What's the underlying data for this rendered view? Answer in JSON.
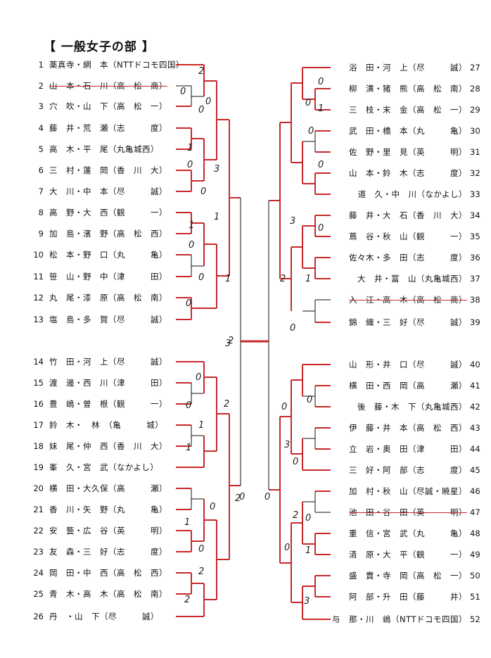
{
  "title": "【 一般女子の部 】",
  "colors": {
    "winner_line": "#c8282a",
    "bracket_line": "#111111"
  },
  "left_entries": [
    {
      "no": "1",
      "text": "薬真寺・網　本（NTTドコモ四国）",
      "struck": false
    },
    {
      "no": "2",
      "text": "山　本・石　川（高　松　商）",
      "struck": true
    },
    {
      "no": "3",
      "text": "穴　吹・山　下（高　松　一）",
      "struck": false
    },
    {
      "no": "4",
      "text": "藤　井・荒　瀬（志　　　度）",
      "struck": false
    },
    {
      "no": "5",
      "text": "高　木・平　尾（丸亀城西）",
      "struck": false
    },
    {
      "no": "6",
      "text": "三　村・蓮　岡（香　川　大）",
      "struck": false
    },
    {
      "no": "7",
      "text": "大　川・中　本（尽　　　誠）",
      "struck": false
    },
    {
      "no": "8",
      "text": "高　野・大　西（観　　　一）",
      "struck": false
    },
    {
      "no": "9",
      "text": "加　島・濱　野（高　松　西）",
      "struck": false
    },
    {
      "no": "10",
      "text": "松　本・野　口（丸　　　亀）",
      "struck": false
    },
    {
      "no": "11",
      "text": "笹　山・野　中（津　　　田）",
      "struck": false
    },
    {
      "no": "12",
      "text": "丸　尾・漆　原（高　松　南）",
      "struck": false
    },
    {
      "no": "13",
      "text": "塩　島・多　賀（尽　　　誠）",
      "struck": false
    },
    {
      "no": "14",
      "text": "竹　田・河　上（尽　　　誠）",
      "struck": false
    },
    {
      "no": "15",
      "text": "渡　邊・西　川（津　　　田）",
      "struck": false
    },
    {
      "no": "16",
      "text": "豊　嶋・曽　根（観　　　一）",
      "struck": false
    },
    {
      "no": "17",
      "text": "鈴　木・　林　（亀　　　城）",
      "struck": false
    },
    {
      "no": "18",
      "text": "妹　尾・仲　西（香　川　大）",
      "struck": false
    },
    {
      "no": "19",
      "text": "峯　久・宮　武（なかよし）",
      "struck": false
    },
    {
      "no": "20",
      "text": "横　田・大久保（高　　　瀬）",
      "struck": false
    },
    {
      "no": "21",
      "text": "香　川・矢　野（丸　　　亀）",
      "struck": false
    },
    {
      "no": "22",
      "text": "安　藝・広　谷（英　　　明）",
      "struck": false
    },
    {
      "no": "23",
      "text": "友　森・三　好（志　　　度）",
      "struck": false
    },
    {
      "no": "24",
      "text": "岡　田・中　西（高　松　西）",
      "struck": false
    },
    {
      "no": "25",
      "text": "青　木・高　木（高　松　南）",
      "struck": false
    },
    {
      "no": "26",
      "text": "丹　・山　下（尽　　　誠）",
      "struck": false
    }
  ],
  "right_entries": [
    {
      "no": "27",
      "text": "浴　田・河　上（尽　　　誠）",
      "struck": false
    },
    {
      "no": "28",
      "text": "柳　潢・猪　熊（高　松　南）",
      "struck": false
    },
    {
      "no": "29",
      "text": "三　枝・末　金（高　松　一）",
      "struck": false
    },
    {
      "no": "30",
      "text": "武　田・橋　本（丸　　　亀）",
      "struck": false
    },
    {
      "no": "31",
      "text": "佐　野・里　見（英　　　明）",
      "struck": false
    },
    {
      "no": "32",
      "text": "山　本・鈴　木（志　　　度）",
      "struck": false
    },
    {
      "no": "33",
      "text": "道　久・中　川（なかよし）",
      "struck": false
    },
    {
      "no": "34",
      "text": "藤　井・大　石（香　川　大）",
      "struck": false
    },
    {
      "no": "35",
      "text": "蔦　谷・秋　山（観　　　一）",
      "struck": false
    },
    {
      "no": "36",
      "text": "佐々木・多　田（志　　　度）",
      "struck": false
    },
    {
      "no": "37",
      "text": "大　井・冨　山（丸亀城西）",
      "struck": false
    },
    {
      "no": "38",
      "text": "入　江・高　木（高　松　商）",
      "struck": true
    },
    {
      "no": "39",
      "text": "錦　織・三　好（尽　　　誠）",
      "struck": false
    },
    {
      "no": "40",
      "text": "山　形・井　口（尽　　　誠）",
      "struck": false
    },
    {
      "no": "41",
      "text": "横　田・西　岡（高　　　瀬）",
      "struck": false
    },
    {
      "no": "42",
      "text": "後　藤・木　下（丸亀城西）",
      "struck": false
    },
    {
      "no": "43",
      "text": "伊　藤・井　本（高　松　西）",
      "struck": false
    },
    {
      "no": "44",
      "text": "立　岩・奥　田（津　　　田）",
      "struck": false
    },
    {
      "no": "45",
      "text": "三　好・阿　部（志　　　度）",
      "struck": false
    },
    {
      "no": "46",
      "text": "加　村・秋　山（尽誠・暁星）",
      "struck": false
    },
    {
      "no": "47",
      "text": "池　田・谷　田（英　　　明）",
      "struck": true
    },
    {
      "no": "48",
      "text": "重　信・宮　武（丸　　　亀）",
      "struck": false
    },
    {
      "no": "49",
      "text": "清　原・大　平（観　　　一）",
      "struck": false
    },
    {
      "no": "50",
      "text": "盛　賣・寺　岡（高　松　一）",
      "struck": false
    },
    {
      "no": "51",
      "text": "阿　部・升　田（藤　　　井）",
      "struck": false
    },
    {
      "no": "52",
      "text": "与　那・川　嶋（NTTドコモ四国）",
      "struck": false
    }
  ],
  "handwritten_scores": [
    "0",
    "0",
    "2",
    "0",
    "1",
    "0",
    "0",
    "3",
    "1",
    "0",
    "1",
    "1",
    "0",
    "0",
    "3",
    "0",
    "0",
    "2",
    "1",
    "1",
    "2",
    "0",
    "1",
    "0",
    "2",
    "2",
    "0",
    "0",
    "1",
    "0",
    "0",
    "3",
    "0",
    "2",
    "1",
    "0",
    "0",
    "0",
    "3",
    "0",
    "2",
    "0",
    "0",
    "1",
    "3",
    "0",
    "0",
    "2"
  ]
}
